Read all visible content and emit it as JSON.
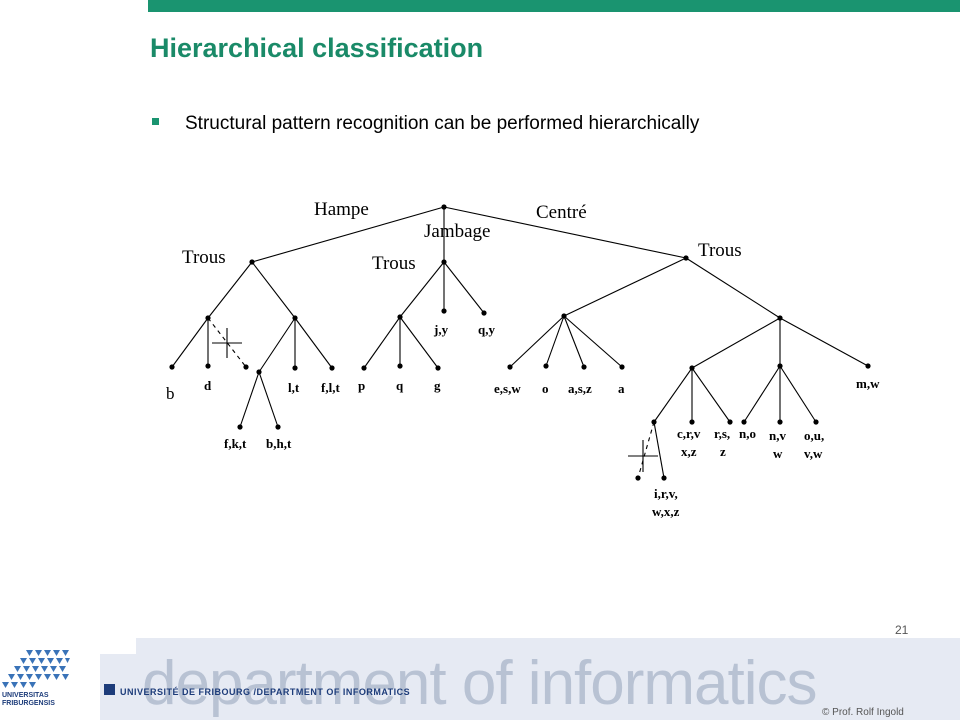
{
  "slide": {
    "title": "Hierarchical classification",
    "bullet": "Structural pattern recognition can be performed hierarchically",
    "page_number": "21",
    "copyright": "© Prof. Rolf Ingold"
  },
  "footer": {
    "university_line": "UNIVERSITÉ DE FRIBOURG /DEPARTMENT OF INFORMATICS",
    "department_watermark": "department of informatics",
    "logo_line1": "UNIVERSITAS",
    "logo_line2": "FRIBURGENSIS"
  },
  "diagram": {
    "edge_labels": {
      "hampe": "Hampe",
      "jambage": "Jambage",
      "centre": "Centré",
      "trous_left": "Trous",
      "trous_mid": "Trous",
      "trous_right": "Trous"
    },
    "leaf_labels": {
      "b": "b",
      "d": "d",
      "lt": "l,t",
      "flt": "f,l,t",
      "fkt": "f,k,t",
      "bht": "b,h,t",
      "p": "p",
      "q": "q",
      "g": "g",
      "jy": "j,y",
      "qy": "q,y",
      "esw": "e,s,w",
      "o": "o",
      "asz": "a,s,z",
      "a": "a",
      "mw": "m,w",
      "crv_1": "c,r,v",
      "crv_2": "x,z",
      "rs_1": "r,s,",
      "rs_2": "z",
      "no": "n,o",
      "nv_1": "n,v",
      "nv_2": "w",
      "ou_1": "o,u,",
      "ou_2": "v,w",
      "irv_1": "i,r,v,",
      "irv_2": "w,x,z"
    }
  },
  "colors": {
    "accent_green": "#1a9470",
    "title_green": "#1a8a68",
    "footer_blue": "#1d3c7a",
    "footer_band": "#e6eaf3"
  }
}
